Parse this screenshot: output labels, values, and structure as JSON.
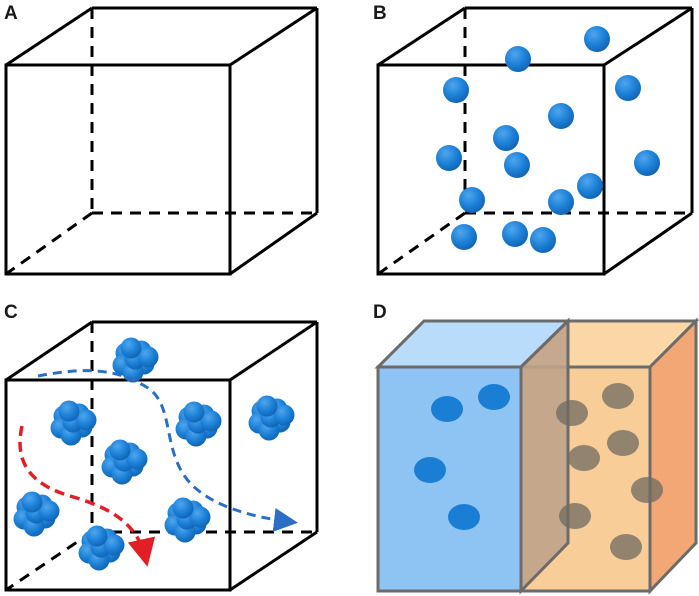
{
  "panels": {
    "a": {
      "label": "A"
    },
    "b": {
      "label": "B"
    },
    "c": {
      "label": "C"
    },
    "d": {
      "label": "D"
    }
  },
  "colors": {
    "edge": "#000000",
    "particle": "#1a7fd4",
    "particle_highlight": "#5aaef0",
    "flow_blue": "#2a6fc4",
    "flow_red": "#e21f26",
    "phase_blue": "#8ec4f4",
    "phase_orange": "#f8c98e",
    "phase_edge": "#6b6b6b",
    "gray_particle": "#7d766c"
  }
}
